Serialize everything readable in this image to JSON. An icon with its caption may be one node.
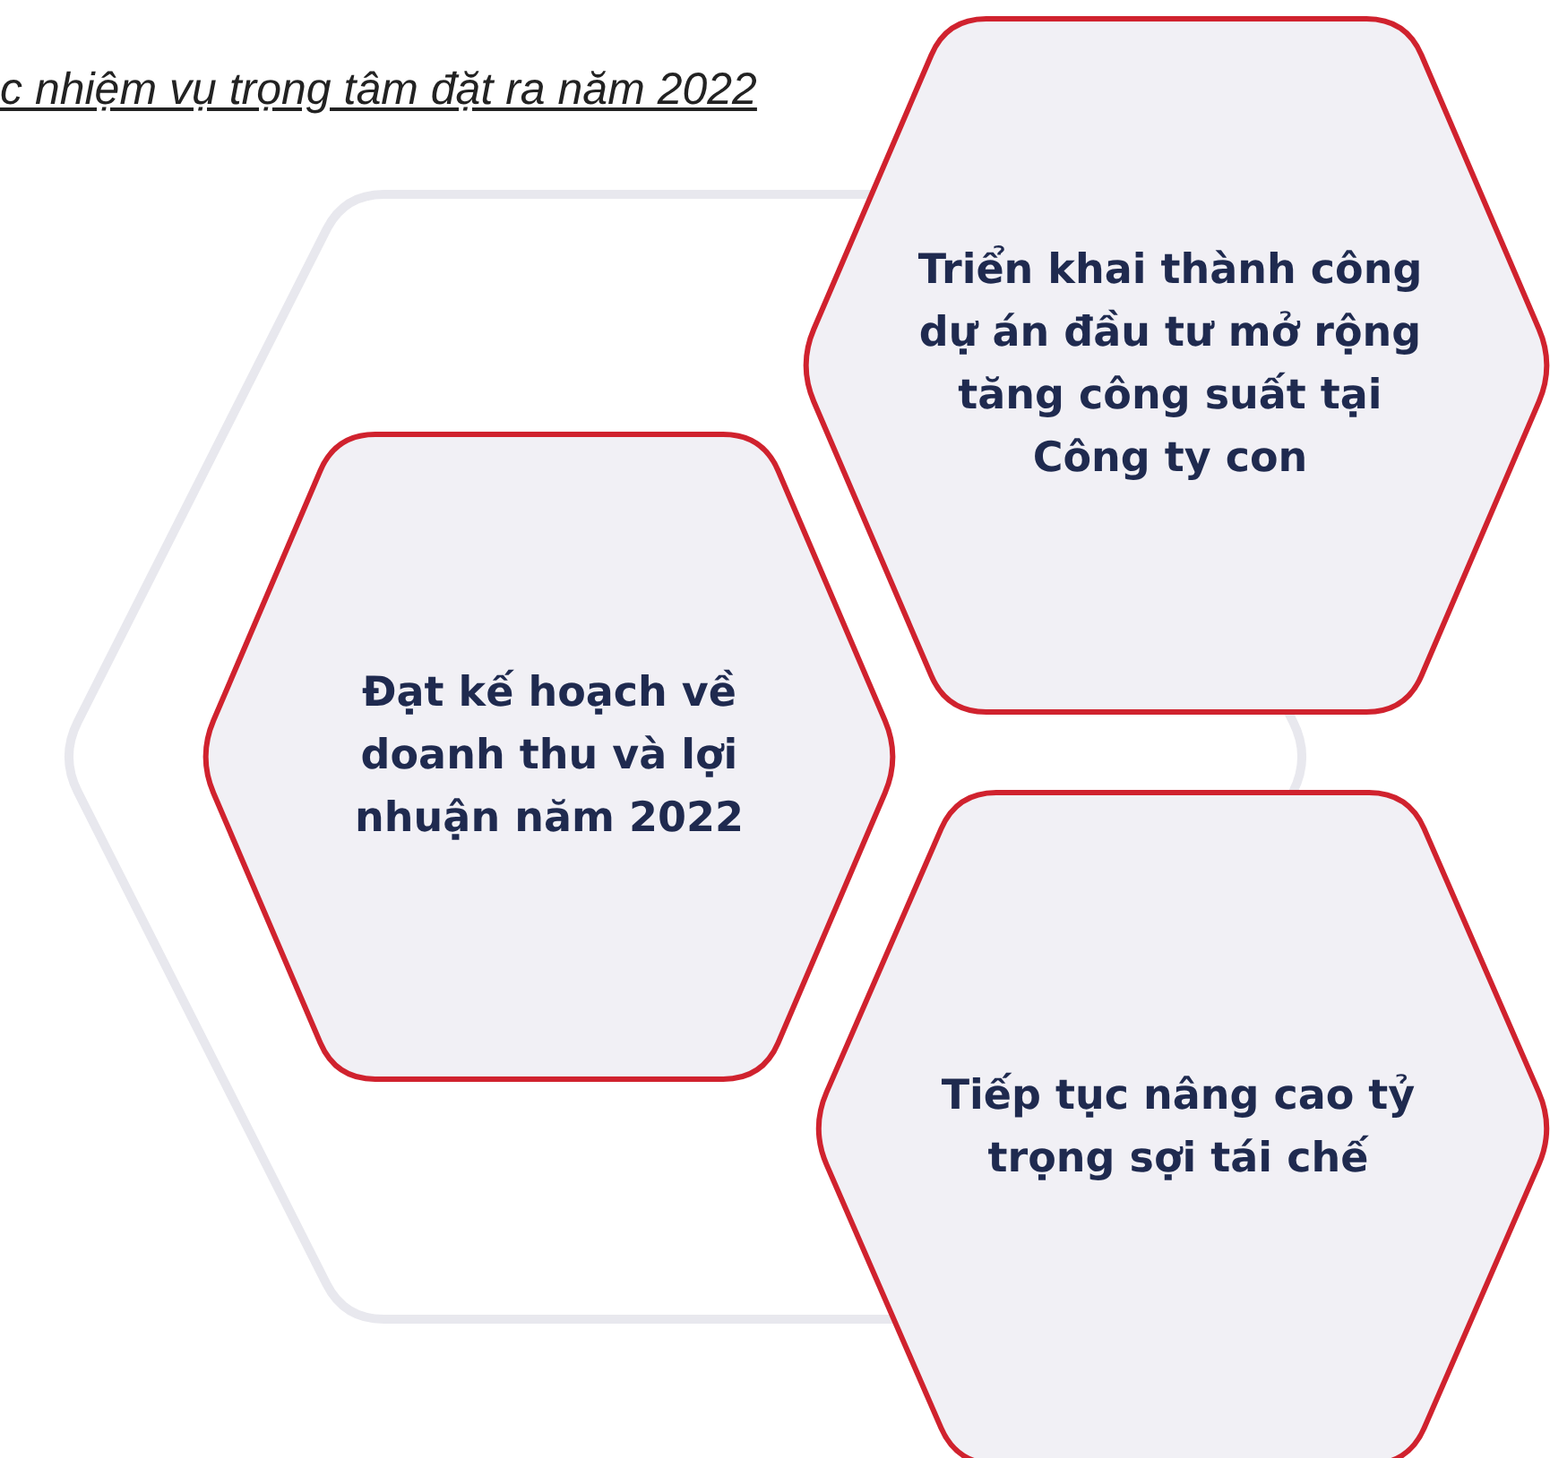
{
  "diagram": {
    "title": "c nhiệm vụ trọng tâm đặt ra năm 2022",
    "nodes": [
      {
        "text": [],
        "shape": "hexagon"
      },
      {
        "text": [
          "Đạt kế hoạch về doanh thu và lợi nhuận năm 2022"
        ],
        "in": 0
      },
      {
        "text": [
          "Triển khai thành công dự án đầu tư mở rộng tăng công suất tại Công ty con"
        ]
      },
      {
        "text": [
          "Tiếp tục nâng cao tỷ trọng sợi tái chế"
        ]
      }
    ]
  }
}
